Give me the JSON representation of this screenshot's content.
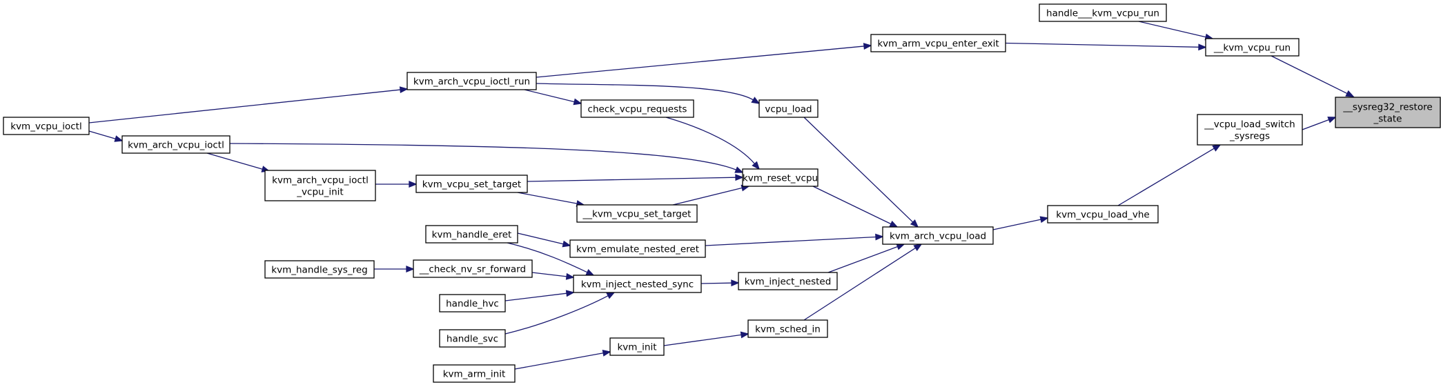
{
  "diagram": {
    "root_node": "__sysreg32_restore_state",
    "nodes": [
      {
        "id": "sysreg32",
        "lines": [
          "__sysreg32_restore",
          "_state"
        ],
        "root": true
      },
      {
        "id": "vcpu_run",
        "lines": [
          "__kvm_vcpu_run"
        ]
      },
      {
        "id": "handle_vcpu_run",
        "lines": [
          "handle___kvm_vcpu_run"
        ]
      },
      {
        "id": "enter_exit",
        "lines": [
          "kvm_arm_vcpu_enter_exit"
        ]
      },
      {
        "id": "ioctl_run",
        "lines": [
          "kvm_arch_vcpu_ioctl_run"
        ]
      },
      {
        "id": "vcpu_ioctl",
        "lines": [
          "kvm_vcpu_ioctl"
        ]
      },
      {
        "id": "load_switch",
        "lines": [
          "__vcpu_load_switch",
          "_sysregs"
        ]
      },
      {
        "id": "load_vhe",
        "lines": [
          "kvm_vcpu_load_vhe"
        ]
      },
      {
        "id": "arch_load",
        "lines": [
          "kvm_arch_vcpu_load"
        ]
      },
      {
        "id": "vcpu_load",
        "lines": [
          "vcpu_load"
        ]
      },
      {
        "id": "reset_vcpu",
        "lines": [
          "kvm_reset_vcpu"
        ]
      },
      {
        "id": "check_req",
        "lines": [
          "check_vcpu_requests"
        ]
      },
      {
        "id": "arch_ioctl",
        "lines": [
          "kvm_arch_vcpu_ioctl"
        ]
      },
      {
        "id": "ioctl_init",
        "lines": [
          "kvm_arch_vcpu_ioctl",
          "_vcpu_init"
        ]
      },
      {
        "id": "set_target",
        "lines": [
          "kvm_vcpu_set_target"
        ]
      },
      {
        "id": "set_target2",
        "lines": [
          "__kvm_vcpu_set_target"
        ]
      },
      {
        "id": "emulate_eret",
        "lines": [
          "kvm_emulate_nested_eret"
        ]
      },
      {
        "id": "handle_eret",
        "lines": [
          "kvm_handle_eret"
        ]
      },
      {
        "id": "inject_nested",
        "lines": [
          "kvm_inject_nested"
        ]
      },
      {
        "id": "inject_sync",
        "lines": [
          "kvm_inject_nested_sync"
        ]
      },
      {
        "id": "check_nv",
        "lines": [
          "__check_nv_sr_forward"
        ]
      },
      {
        "id": "handle_sys_reg",
        "lines": [
          "kvm_handle_sys_reg"
        ]
      },
      {
        "id": "handle_hvc",
        "lines": [
          "handle_hvc"
        ]
      },
      {
        "id": "handle_svc",
        "lines": [
          "handle_svc"
        ]
      },
      {
        "id": "sched_in",
        "lines": [
          "kvm_sched_in"
        ]
      },
      {
        "id": "kvm_init",
        "lines": [
          "kvm_init"
        ]
      },
      {
        "id": "arm_init",
        "lines": [
          "kvm_arm_init"
        ]
      }
    ],
    "edges": [
      {
        "from": "vcpu_run",
        "to": "sysreg32"
      },
      {
        "from": "load_switch",
        "to": "sysreg32"
      },
      {
        "from": "handle_vcpu_run",
        "to": "vcpu_run"
      },
      {
        "from": "enter_exit",
        "to": "vcpu_run"
      },
      {
        "from": "ioctl_run",
        "to": "enter_exit"
      },
      {
        "from": "vcpu_ioctl",
        "to": "ioctl_run"
      },
      {
        "from": "load_vhe",
        "to": "load_switch"
      },
      {
        "from": "arch_load",
        "to": "load_vhe"
      },
      {
        "from": "vcpu_load",
        "to": "arch_load"
      },
      {
        "from": "reset_vcpu",
        "to": "arch_load"
      },
      {
        "from": "emulate_eret",
        "to": "arch_load"
      },
      {
        "from": "inject_nested",
        "to": "arch_load"
      },
      {
        "from": "sched_in",
        "to": "arch_load"
      },
      {
        "from": "ioctl_run",
        "to": "vcpu_load"
      },
      {
        "from": "ioctl_run",
        "to": "check_req"
      },
      {
        "from": "check_req",
        "to": "reset_vcpu"
      },
      {
        "from": "arch_ioctl",
        "to": "reset_vcpu"
      },
      {
        "from": "set_target",
        "to": "reset_vcpu"
      },
      {
        "from": "set_target2",
        "to": "reset_vcpu"
      },
      {
        "from": "vcpu_ioctl",
        "to": "arch_ioctl"
      },
      {
        "from": "arch_ioctl",
        "to": "ioctl_init"
      },
      {
        "from": "ioctl_init",
        "to": "set_target"
      },
      {
        "from": "set_target",
        "to": "set_target2"
      },
      {
        "from": "handle_eret",
        "to": "emulate_eret"
      },
      {
        "from": "handle_eret",
        "to": "inject_sync"
      },
      {
        "from": "inject_sync",
        "to": "inject_nested"
      },
      {
        "from": "check_nv",
        "to": "inject_sync"
      },
      {
        "from": "handle_hvc",
        "to": "inject_sync"
      },
      {
        "from": "handle_svc",
        "to": "inject_sync"
      },
      {
        "from": "handle_sys_reg",
        "to": "check_nv"
      },
      {
        "from": "kvm_init",
        "to": "sched_in"
      },
      {
        "from": "arm_init",
        "to": "kvm_init"
      }
    ]
  }
}
